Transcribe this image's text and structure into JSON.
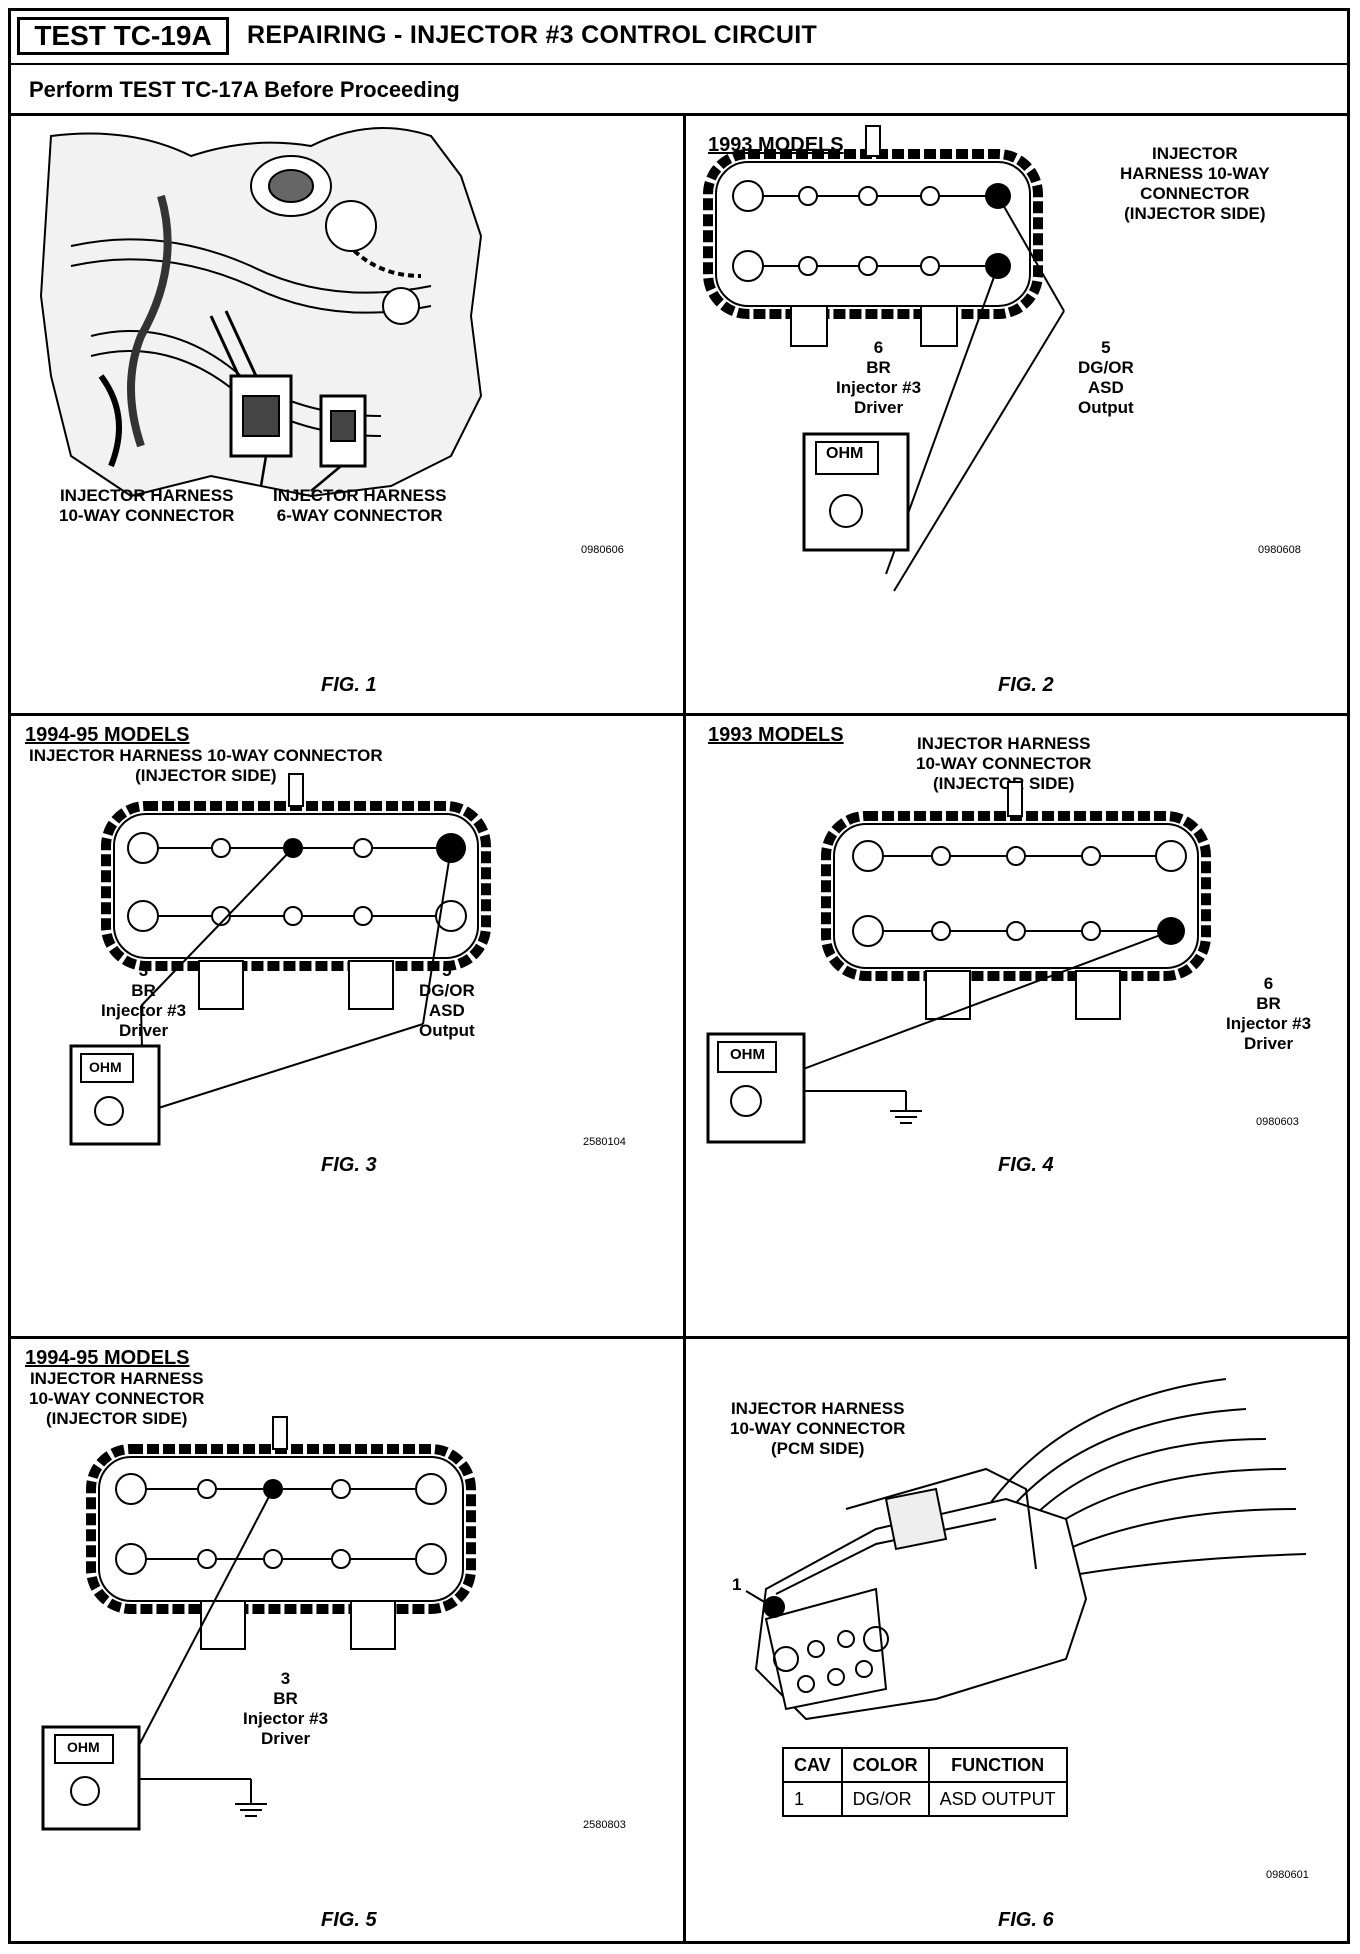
{
  "header": {
    "test_id": "TEST TC-19A",
    "title": "REPAIRING - INJECTOR #3 CONTROL CIRCUIT",
    "prerequisite": "Perform TEST TC-17A Before Proceeding"
  },
  "fig1": {
    "caption": "FIG. 1",
    "label_10way": "INJECTOR HARNESS\n10-WAY CONNECTOR",
    "label_6way": "INJECTOR HARNESS\n6-WAY CONNECTOR",
    "code": "0980606"
  },
  "fig2": {
    "caption": "FIG. 2",
    "model": "1993 MODELS",
    "connector_label": "INJECTOR\nHARNESS 10-WAY\nCONNECTOR\n(INJECTOR SIDE)",
    "pin6_label": "6\nBR\nInjector #3\nDriver",
    "pin5_label": "5\nDG/OR\nASD\nOutput",
    "meter": "OHM",
    "code": "0980608"
  },
  "fig3": {
    "caption": "FIG. 3",
    "model": "1994-95 MODELS",
    "connector_label": "INJECTOR HARNESS 10-WAY CONNECTOR\n(INJECTOR SIDE)",
    "pin3_label": "3\nBR\nInjector #3\nDriver",
    "pin5_label": "5\nDG/OR\nASD\nOutput",
    "meter": "OHM",
    "code": "2580104"
  },
  "fig4": {
    "caption": "FIG. 4",
    "model": "1993 MODELS",
    "connector_label": "INJECTOR HARNESS\n10-WAY CONNECTOR\n(INJECTOR SIDE)",
    "pin6_label": "6\nBR\nInjector #3\nDriver",
    "meter": "OHM",
    "code": "0980603"
  },
  "fig5": {
    "caption": "FIG. 5",
    "model": "1994-95 MODELS",
    "connector_label": "INJECTOR HARNESS\n10-WAY CONNECTOR\n(INJECTOR SIDE)",
    "pin3_label": "3\nBR\nInjector #3\nDriver",
    "meter": "OHM",
    "code": "2580803"
  },
  "fig6": {
    "caption": "FIG. 6",
    "connector_label": "INJECTOR HARNESS\n10-WAY CONNECTOR\n(PCM SIDE)",
    "pin_callout": "1",
    "table": {
      "headers": [
        "CAV",
        "COLOR",
        "FUNCTION"
      ],
      "rows": [
        [
          "1",
          "DG/OR",
          "ASD OUTPUT"
        ]
      ]
    },
    "code": "0980601"
  }
}
